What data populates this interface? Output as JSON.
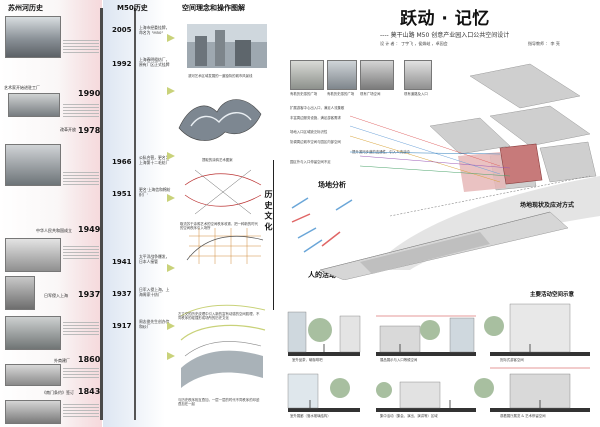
{
  "headers": {
    "suzhou_history": "苏州河历史",
    "m50_history": "M50历史",
    "space_concept": "空间理念和操作图解"
  },
  "title": {
    "main": "跃动 · 记忆",
    "subtitle": "---- 莫干山路 M50 创意产业园入口公共空间设计",
    "designers": "设 计 者 ：  丁宇飞 ，侯姝岐 ，卓园会",
    "advisor": "指导教师 ：  李 亮"
  },
  "suzhou_timeline": [
    {
      "label": "艺术家开始进驻工厂",
      "year": "1990"
    },
    {
      "label": "改革开放",
      "year": "1978"
    },
    {
      "label": "中华人民共和国成立",
      "year": "1949"
    },
    {
      "label": "日军侵入上海",
      "year": "1937"
    },
    {
      "label": "外商建厂",
      "year": "1860"
    },
    {
      "label": "《南门条约》签订",
      "year": "1843"
    }
  ],
  "m50_timeline": [
    {
      "year": "2005",
      "text": "上海市经委挂牌，命名为 \"M50\""
    },
    {
      "year": "1992",
      "text": "上海春明粗纺厂，原有厂区正式挂牌"
    },
    {
      "year": "1966",
      "text": "公私合营，更名为上海第十二毛纺厂"
    },
    {
      "year": "1951",
      "text": "更名'上海信和棉纺织厂'"
    },
    {
      "year": "1941",
      "text": "太平洋战争爆发，日本人接管"
    },
    {
      "year": "1937",
      "text": "日军入侵上海，上海周家十纺厂"
    },
    {
      "year": "1917",
      "text": "周志俊先生创办信和纱厂"
    }
  ],
  "vertical_label": "历 史 文 化",
  "section_labels": {
    "site_analysis": "场地分析",
    "activities": "人的活动",
    "site_status": "场地现状及应对方式",
    "main_spaces": "主要活动空间示意"
  },
  "concept_captions": [
    "滨河艺术区域发展的一道独特的城市风景线",
    "提取的涂鸦艺术图案",
    "取流苏于涂鸦艺术的空间秩序收紧，把一种新的时代的空间秩序引入场所",
    "左立交的历史纹理中引入新的富有动感的空间肌理，不同秩序的碰撞形成场所的历史文化",
    "与历史秩序相互叠加，一层一层的时代不同秩序的印迹叠加在一起"
  ],
  "site_notes": [
    "扩展游客中心出入口，满足人流集散",
    "丰富周边服务设施，满足游客需求",
    "场地入口区域缺乏标识性",
    "协调周边城市空间与园区内部空间",
    "提升滨河步道的连通性，引入人流活动",
    "园区外与入口停留空间不足"
  ],
  "photo_captions": [
    "有着历史感的广场",
    "有着历史感的广场",
    "现有广场空间",
    "现有道路及入口"
  ],
  "section_captions": [
    "室外品茶，曦咖啡吧",
    "展品展示与入口等候空间",
    "历际式游客空间",
    "室外展廊（落水玻璃结构）",
    "集中活动（集会、演出、演讲等）区域",
    "观看展厅展览 & 艺术停留空间"
  ]
}
